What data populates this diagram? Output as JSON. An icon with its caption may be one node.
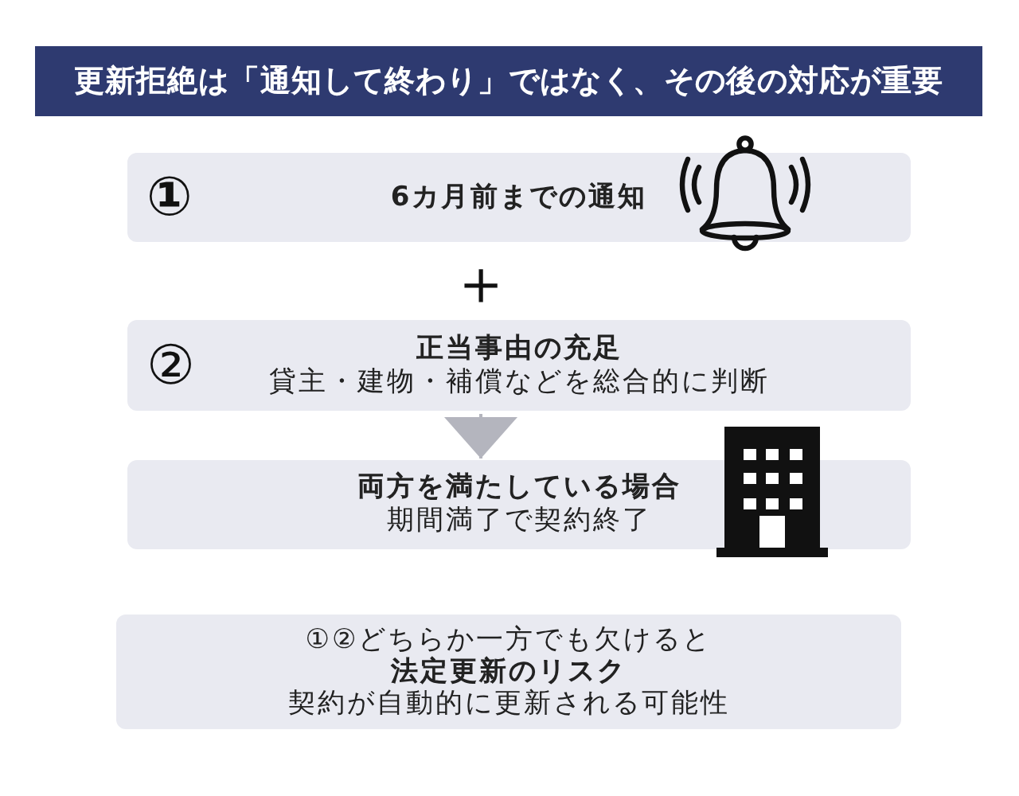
{
  "diagram": {
    "title": "更新拒絶は「通知して終わり」ではなく、その後の対応が重要",
    "nodes": [
      {
        "text": [
          "①",
          "6カ月前までの通知"
        ]
      },
      {
        "text": [
          "②",
          "正当事由の充足",
          "貸主・建物・補償などを総合的に判断"
        ]
      },
      {
        "text": [
          "両方を満たしている場合",
          "期間満了で契約終了"
        ]
      },
      {
        "text": [
          "①②どちらか一方でも欠けると",
          "法定更新のリスク",
          "契約が自動的に更新される可能性"
        ]
      }
    ],
    "edges": [
      {
        "from": 1,
        "to": 2,
        "arrow": "to"
      }
    ],
    "labels": [
      "＋"
    ]
  }
}
